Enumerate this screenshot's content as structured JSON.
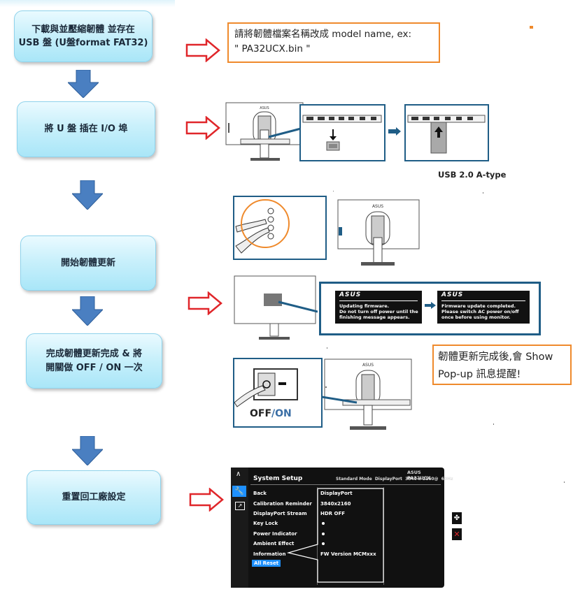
{
  "steps": [
    {
      "text": "下載與並壓縮韌體 並存在\nUSB 盤 (U盤format FAT32)"
    },
    {
      "text": "將 U 盤 插在 I/O 埠"
    },
    {
      "text": "開始韌體更新"
    },
    {
      "text": "完成韌體更新完成 & 將\n開關做 OFF / ON 一次"
    },
    {
      "text": "重置回工廠設定"
    }
  ],
  "notes": {
    "rename": "請將韌體檔案名稱改成 model name, ex:\n\" PA32UCX.bin \"",
    "popup": "韌體更新完成後,會 Show\nPop-up 訊息提醒!"
  },
  "usb_label": "USB 2.0 A-type",
  "switch_label": {
    "off": "OFF",
    "sep": "/",
    "on": "ON"
  },
  "monitor_brand": "ASUS",
  "firmware_popups": {
    "updating": {
      "brand": "ASUS",
      "line1": "Updating firmware.",
      "line2": "Do not turn off power until the",
      "line3": "finishing message appears."
    },
    "completed": {
      "brand": "ASUS",
      "line1": "Firmware update completed.",
      "line2": "Please switch AC power on/off",
      "line3": "once before using monitor."
    }
  },
  "osd": {
    "model": "ASUS PA32UCX",
    "title": "System Setup",
    "status": "Standard Mode  DisplayPort  3840 x 2160@  60Hz",
    "items": [
      "Back",
      "Calibration Reminder",
      "DisplayPort Stream",
      "Key Lock",
      "Power Indicator",
      "Ambient Effect",
      "Information",
      "All Reset"
    ],
    "values": [
      "DisplayPort",
      "3840x2160",
      "HDR OFF",
      "",
      "",
      "",
      "FW Version MCMxxx"
    ],
    "selected_item": "All Reset"
  },
  "colors": {
    "step_border": "#8fd3ec",
    "arrow_blue": "#4a7fc1",
    "arrow_red": "#e0262a",
    "note_border": "#ef8a2c",
    "frame_border": "#1f5d86",
    "osd_highlight": "#1e90ff"
  }
}
